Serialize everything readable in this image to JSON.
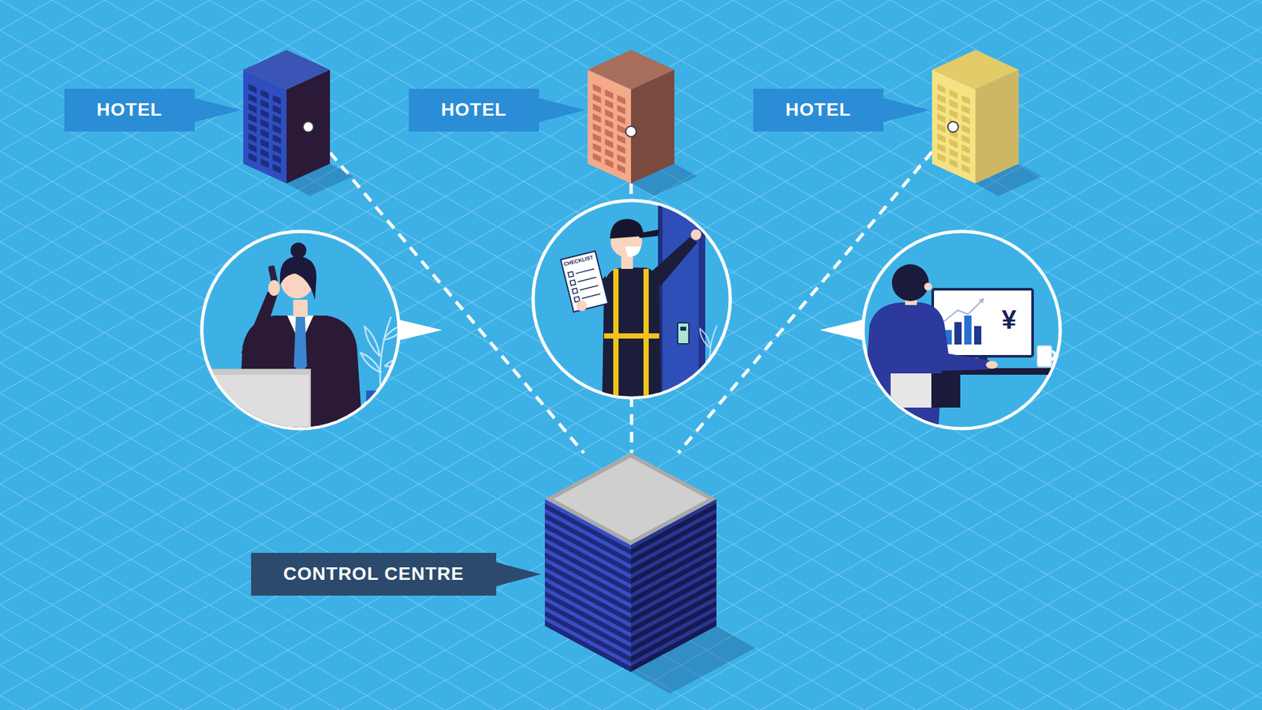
{
  "diagram": {
    "nodes": [
      {
        "text": [
          "HOTEL"
        ]
      },
      {
        "text": [
          "HOTEL"
        ]
      },
      {
        "text": [
          "HOTEL"
        ]
      },
      {
        "text": [
          "CONTROL CENTRE"
        ]
      }
    ],
    "edges": [
      {
        "from": 0,
        "to": 3,
        "arrow": "none"
      },
      {
        "from": 1,
        "to": 3,
        "arrow": "none"
      },
      {
        "from": 2,
        "to": 3,
        "arrow": "none"
      }
    ],
    "labels": [
      "CHECKLIST",
      "¥"
    ]
  }
}
